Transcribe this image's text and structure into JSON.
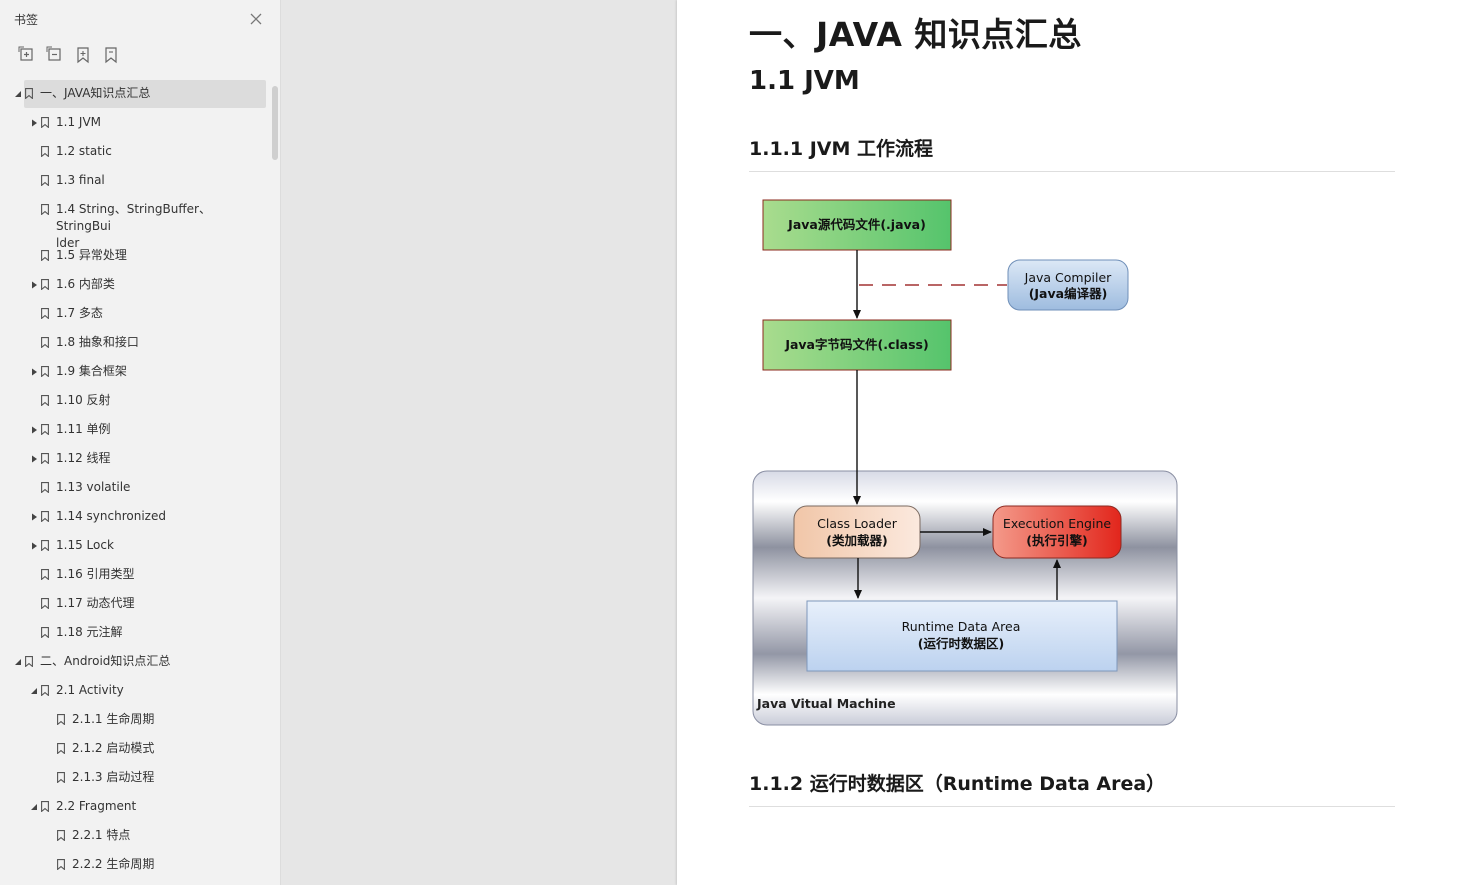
{
  "sidebar": {
    "title": "书签",
    "close_icon": "close-icon",
    "toolbar": [
      "expand-all-icon",
      "collapse-all-icon",
      "add-bookmark-icon",
      "bookmark-icon"
    ],
    "items": [
      {
        "label": "一、JAVA知识点汇总",
        "level": 0,
        "toggle": "expanded",
        "selected": true
      },
      {
        "label": "1.1 JVM",
        "level": 1,
        "toggle": "collapsed"
      },
      {
        "label": "1.2 static",
        "level": 1,
        "toggle": "none"
      },
      {
        "label": "1.3 final",
        "level": 1,
        "toggle": "none"
      },
      {
        "label": "1.4 String、StringBuffer、StringBui\nlder",
        "level": 1,
        "toggle": "none"
      },
      {
        "label": "1.5 异常处理",
        "level": 1,
        "toggle": "none"
      },
      {
        "label": "1.6 内部类",
        "level": 1,
        "toggle": "collapsed"
      },
      {
        "label": "1.7 多态",
        "level": 1,
        "toggle": "none"
      },
      {
        "label": "1.8 抽象和接口",
        "level": 1,
        "toggle": "none"
      },
      {
        "label": "1.9 集合框架",
        "level": 1,
        "toggle": "collapsed"
      },
      {
        "label": "1.10 反射",
        "level": 1,
        "toggle": "none"
      },
      {
        "label": "1.11 单例",
        "level": 1,
        "toggle": "collapsed"
      },
      {
        "label": "1.12 线程",
        "level": 1,
        "toggle": "collapsed"
      },
      {
        "label": "1.13 volatile",
        "level": 1,
        "toggle": "none"
      },
      {
        "label": "1.14 synchronized",
        "level": 1,
        "toggle": "collapsed"
      },
      {
        "label": "1.15 Lock",
        "level": 1,
        "toggle": "collapsed"
      },
      {
        "label": "1.16 引用类型",
        "level": 1,
        "toggle": "none"
      },
      {
        "label": "1.17 动态代理",
        "level": 1,
        "toggle": "none"
      },
      {
        "label": "1.18 元注解",
        "level": 1,
        "toggle": "none"
      },
      {
        "label": "二、Android知识点汇总",
        "level": 0,
        "toggle": "expanded"
      },
      {
        "label": "2.1 Activity",
        "level": 1,
        "toggle": "expanded"
      },
      {
        "label": "2.1.1 生命周期",
        "level": 2,
        "toggle": "none"
      },
      {
        "label": "2.1.2 启动模式",
        "level": 2,
        "toggle": "none"
      },
      {
        "label": "2.1.3 启动过程",
        "level": 2,
        "toggle": "none"
      },
      {
        "label": "2.2 Fragment",
        "level": 1,
        "toggle": "expanded"
      },
      {
        "label": "2.2.1 特点",
        "level": 2,
        "toggle": "none"
      },
      {
        "label": "2.2.2 生命周期",
        "level": 2,
        "toggle": "none"
      }
    ]
  },
  "document": {
    "h1": "一、JAVA 知识点汇总",
    "h2": "1.1 JVM",
    "h3": "1.1.1 JVM  工作流程",
    "h3_next": "1.1.2  运行时数据区（Runtime Data Area）",
    "diagram": {
      "source_file": "Java源代码文件(.java)",
      "compiler_line1": "Java Compiler",
      "compiler_line2": "(Java编译器)",
      "bytecode_file": "Java字节码文件(.class)",
      "class_loader_line1": "Class Loader",
      "class_loader_line2": "(类加载器)",
      "exec_engine_line1": "Execution Engine",
      "exec_engine_line2": "(执行引擎)",
      "runtime_line1": "Runtime  Data  Area",
      "runtime_line2": "(运行时数据区)",
      "jvm_label": "Java Vitual Machine"
    }
  }
}
